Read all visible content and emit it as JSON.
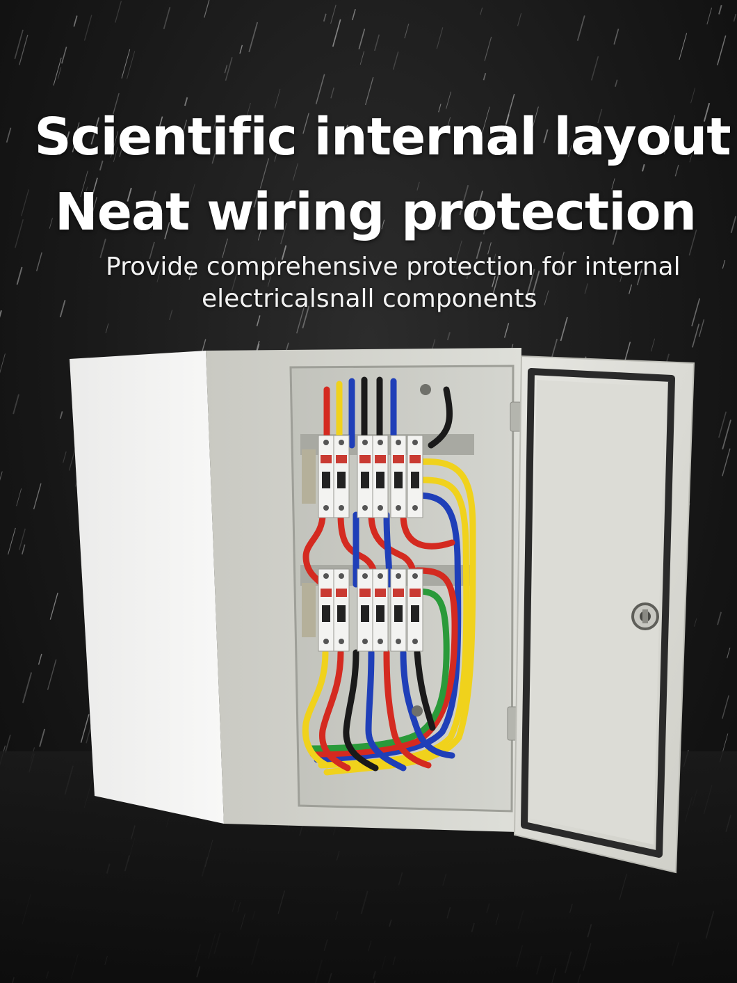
{
  "headline": {
    "line1": "Scientific internal layout",
    "line2": "Neat wiring protection"
  },
  "subheadline": {
    "line1": "Provide comprehensive protection for internal",
    "line2": "electricalsnall components"
  },
  "colors": {
    "background": "#141414",
    "cabinet": "#d9d9d3",
    "wire_red": "#d42a20",
    "wire_blue": "#1f3fb8",
    "wire_yellow": "#f0d21c",
    "wire_black": "#1a1a1a",
    "wire_green": "#2a9a3a"
  }
}
